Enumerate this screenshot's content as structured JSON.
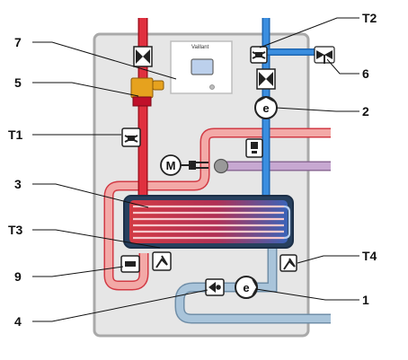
{
  "diagram": {
    "brand": "Vaillant",
    "labels": {
      "l7": "7",
      "l5": "5",
      "lT1": "T1",
      "l3": "3",
      "lT3": "T3",
      "l9": "9",
      "l4": "4",
      "lT2": "T2",
      "l6": "6",
      "l2": "2",
      "lT4": "T4",
      "l1": "1"
    },
    "motor_symbol": "M",
    "pump_symbol": "e",
    "colors": {
      "hot": "#d4213d",
      "hot_light": "#f0a3a3",
      "cold": "#1e73c8",
      "cold_light": "#9fbcd6",
      "purple": "#b48fbf",
      "housing": "#e8e8e8",
      "housing_border": "#aaaaaa"
    }
  }
}
